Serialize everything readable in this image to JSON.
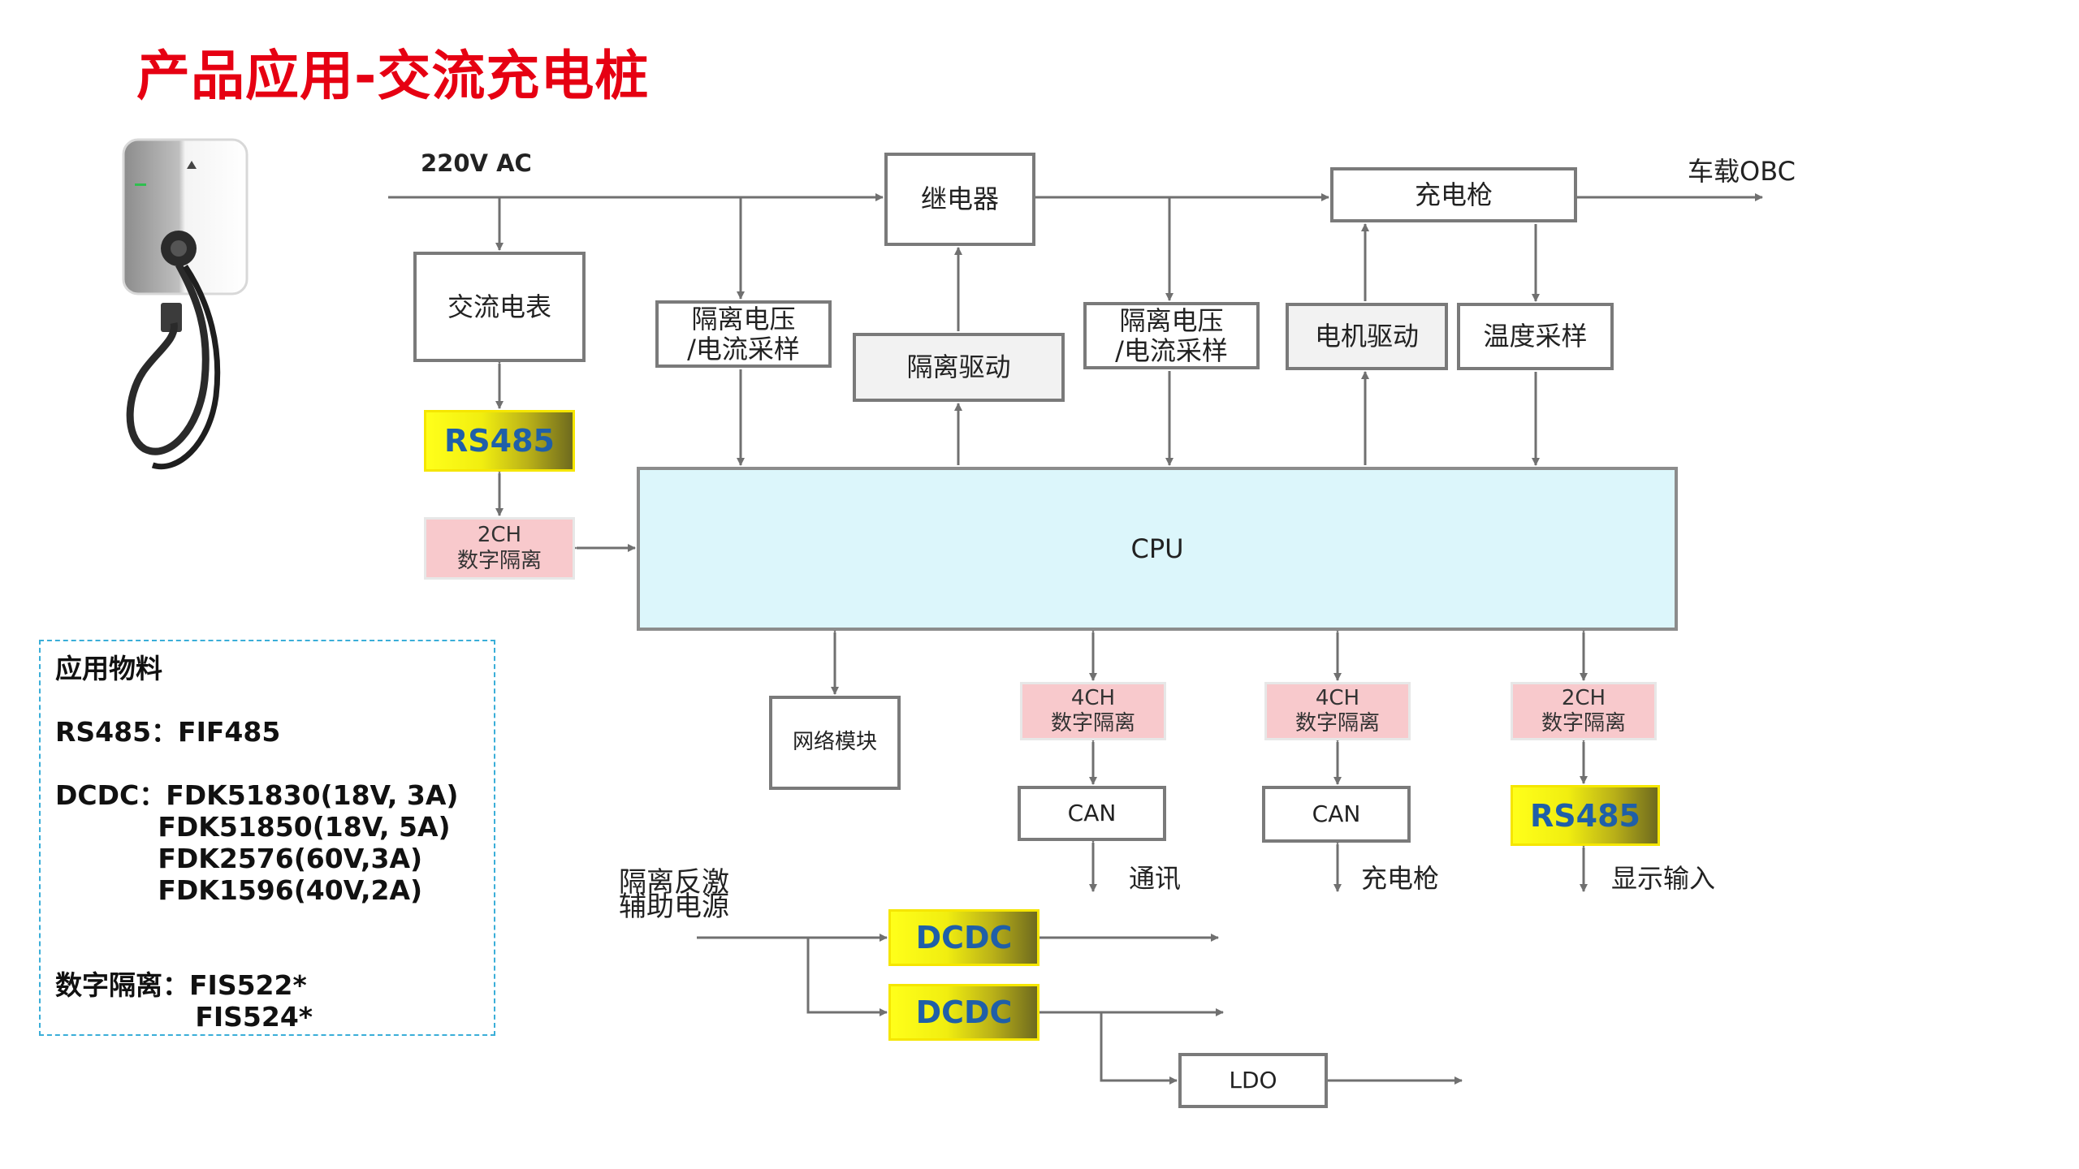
{
  "title": "产品应用-交流充电桩",
  "source_label": "220V AC",
  "obc_label": "车载OBC",
  "boxes": {
    "ac_meter": "交流电表",
    "relay": "继电器",
    "iso_sense_1": "隔离电压\n/电流采样",
    "iso_drive": "隔离驱动",
    "iso_sense_2": "隔离电压\n/电流采样",
    "charge_gun_top": "充电枪",
    "motor_drive": "电机驱动",
    "temp_sample": "温度采样",
    "cpu": "CPU",
    "network": "网络模块",
    "can_1": "CAN",
    "can_2": "CAN",
    "ldo": "LDO"
  },
  "isolators": {
    "left": "2CH\n数字隔离",
    "can_1": "4CH\n数字隔离",
    "can_2": "4CH\n数字隔离",
    "right": "2CH\n数字隔离"
  },
  "chips": {
    "rs485_top": "RS485",
    "rs485_bottom": "RS485",
    "dcdc_1": "DCDC",
    "dcdc_2": "DCDC"
  },
  "io_labels": {
    "comm": "通讯",
    "charge_gun": "充电枪",
    "display": "显示输入"
  },
  "aux_power": "隔离反激\n辅助电源",
  "materials": {
    "heading": "应用物料",
    "rs485": "RS485：FIF485",
    "dcdc_1": "DCDC：FDK51830(18V, 3A)",
    "dcdc_2": "           FDK51850(18V, 5A)",
    "dcdc_3": "           FDK2576(60V,3A)",
    "dcdc_4": "           FDK1596(40V,2A)",
    "iso_1": "数字隔离：FIS522*",
    "iso_2": "               FIS524*"
  },
  "colors": {
    "title": "#e60012",
    "cpu_fill": "#dcf6fb",
    "isolator_fill": "#f8c9cc",
    "chip_text": "#1f5fa8",
    "wire": "#707070"
  }
}
